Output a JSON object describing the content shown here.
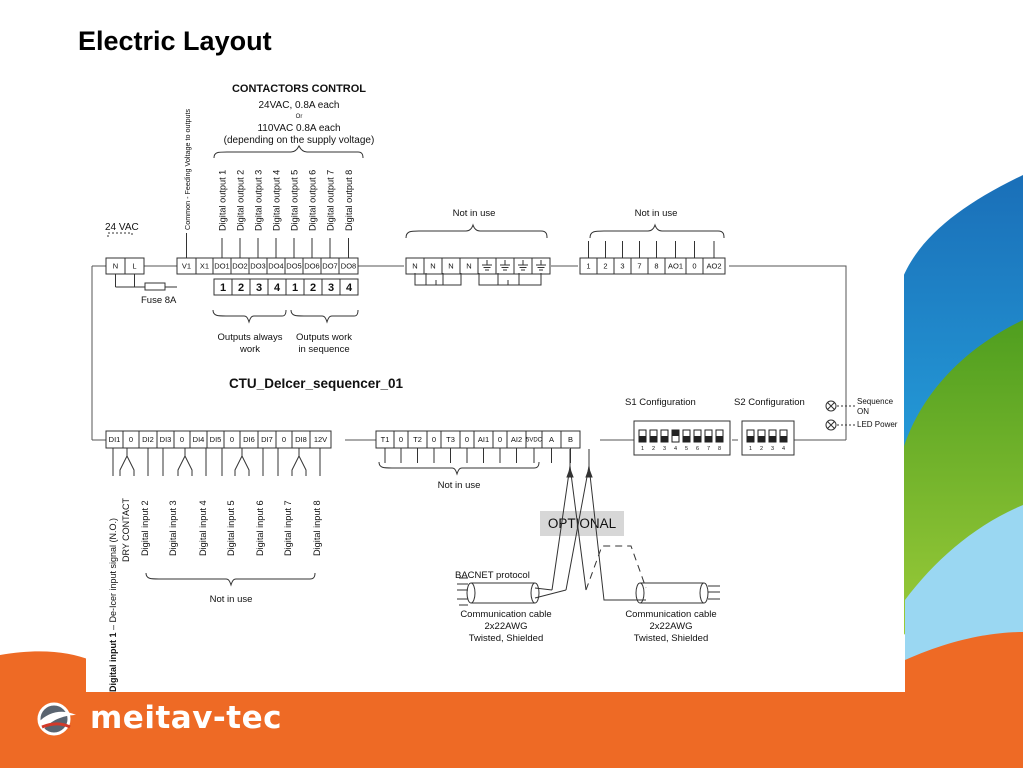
{
  "slide": {
    "title": "Electric Layout",
    "brand": "meitav-tec"
  },
  "diagram": {
    "controller_name": "CTU_DeIcer_sequencer_01",
    "contactors": {
      "heading": "CONTACTORS CONTROL",
      "line1": "24VAC, 0.8A each",
      "line2": "Or",
      "line3": "110VAC 0.8A each",
      "line4": "(depending on the supply voltage)"
    },
    "common_label": "Common - Feeding Voltage to outputs",
    "supply_label": "24 VAC",
    "fuse_label": "Fuse 8A",
    "top_terminals": [
      "N",
      "L",
      "V1",
      "X1",
      "DO1",
      "DO2",
      "DO3",
      "DO4",
      "DO5",
      "DO6",
      "DO7",
      "DO8"
    ],
    "digital_outputs": [
      "Digital output 1",
      "Digital output 2",
      "Digital output 3",
      "Digital output 4",
      "Digital output 5",
      "Digital output 6",
      "Digital output 7",
      "Digital output 8"
    ],
    "output_numbers": [
      "1",
      "2",
      "3",
      "4",
      "1",
      "2",
      "3",
      "4"
    ],
    "outputs_always_l1": "Outputs always",
    "outputs_always_l2": "work",
    "outputs_seq_l1": "Outputs work",
    "outputs_seq_l2": "in sequence",
    "not_in_use": "Not in use",
    "mid_terminals": [
      "N",
      "N",
      "N",
      "N"
    ],
    "right_terminals": [
      "1",
      "2",
      "3",
      "7",
      "8",
      "AO1",
      "0",
      "AO2"
    ],
    "s1_label": "S1 Configuration",
    "s2_label": "S2 Configuration",
    "s1_numbers": [
      "1",
      "2",
      "3",
      "4",
      "5",
      "6",
      "7",
      "8"
    ],
    "s2_numbers": [
      "1",
      "2",
      "3",
      "4"
    ],
    "sequence_on_l1": "Sequence",
    "sequence_on_l2": "ON",
    "led_power": "LED Power",
    "bottom_terminals": [
      "DI1",
      "0",
      "DI2",
      "DI3",
      "0",
      "DI4",
      "DI5",
      "0",
      "DI6",
      "DI7",
      "0",
      "DI8",
      "12V"
    ],
    "analog_terminals": [
      "T1",
      "0",
      "T2",
      "0",
      "T3",
      "0",
      "AI1",
      "0",
      "AI2",
      "5VDC",
      "A",
      "B"
    ],
    "digital_input_1a": "Digital input 1",
    "digital_input_1b": " – De-Icer input signal (N.O.)",
    "dry_contact": "DRY CONTACT",
    "digital_inputs": [
      "Digital input 2",
      "Digital input 3",
      "Digital input 4",
      "Digital input 5",
      "Digital input 6",
      "Digital input 7",
      "Digital input 8"
    ],
    "optional": "OPTIONAL",
    "bacnet": "BACNET protocol",
    "cable_l1": "Communication cable",
    "cable_l2": "2x22AWG",
    "cable_l3": "Twisted, Shielded"
  },
  "colors": {
    "orange": "#ee6a25",
    "green": "#6cb52d",
    "blue": "#1d7ec4"
  }
}
